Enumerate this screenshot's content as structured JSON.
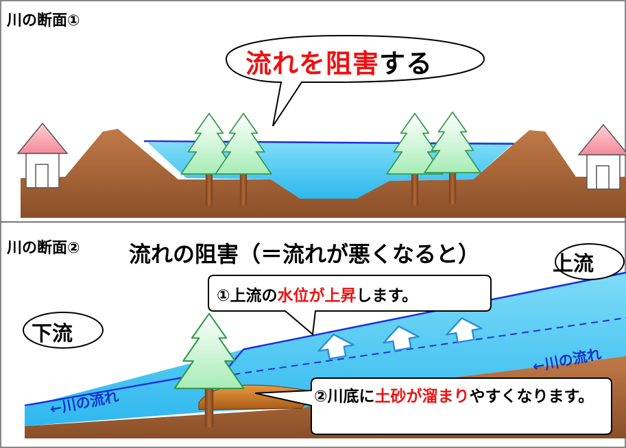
{
  "panel1": {
    "title": "川の断面①",
    "callout": {
      "part1": "流れを阻害",
      "part2": "する"
    }
  },
  "panel2": {
    "title": "川の断面②",
    "heading": "流れの阻害（＝流れが悪くなると）",
    "upstream_label": "上流",
    "downstream_label": "下流",
    "flow_label": "←川の流れ",
    "note1": {
      "p1": "①上流の",
      "p2": "水位が上昇",
      "p3": "します。"
    },
    "note2": {
      "p1": "②川底に",
      "p2": "土砂が溜まり",
      "p3": "やすくなります。"
    }
  },
  "colors": {
    "water": "#35c3f0",
    "water_line": "#1a2ee0",
    "ground": "#9a5a30",
    "sediment": "#c97826",
    "tree": "#a6ecb6",
    "roof": "#f8a4b0",
    "highlight": "#ee1111",
    "flow_text": "#1433c8"
  },
  "icons": [
    "house-icon",
    "tree-icon",
    "up-arrow-icon"
  ]
}
